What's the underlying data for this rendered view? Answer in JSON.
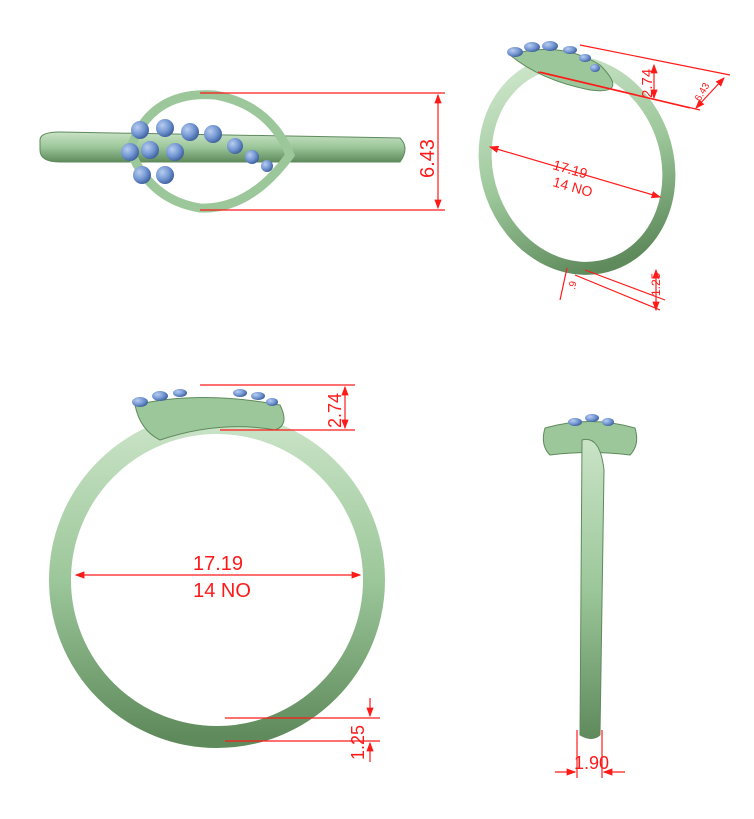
{
  "colors": {
    "metal": "#9cc79a",
    "metal_dark": "#5e8a5c",
    "gem": "#6f93d0",
    "dimension": "#ff1a1a"
  },
  "views": {
    "top_side": {
      "height": "6.43"
    },
    "perspective": {
      "height": "6.43",
      "top_height": "2.74",
      "inner_diameter": "17.19",
      "size": "14 NO",
      "thickness": "1.25",
      "width": ".9"
    },
    "front": {
      "top_height": "2.74",
      "inner_diameter": "17.19",
      "size": "14 NO",
      "thickness": "1.25"
    },
    "side": {
      "width": "1.90"
    }
  }
}
